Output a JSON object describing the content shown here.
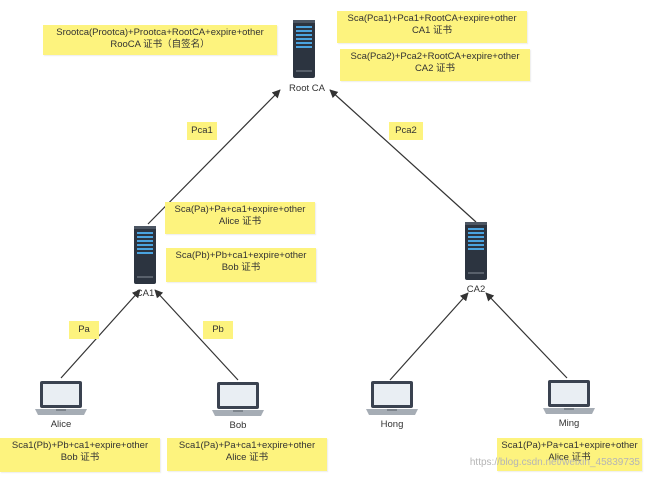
{
  "nodes": {
    "root": "Root CA",
    "ca1": "CA1",
    "ca2": "CA2",
    "alice": "Alice",
    "bob": "Bob",
    "hong": "Hong",
    "ming": "Ming"
  },
  "edge_labels": {
    "pca1": "Pca1",
    "pca2": "Pca2",
    "pa": "Pa",
    "pb": "Pb"
  },
  "notes": {
    "root_self": [
      "Srootca(Prootca)+Prootca+RootCA+expire+other",
      "RooCA 证书（自签名）"
    ],
    "ca1_cert": [
      "Sca(Pca1)+Pca1+RootCA+expire+other",
      "CA1  证书"
    ],
    "ca2_cert": [
      "Sca(Pca2)+Pca2+RootCA+expire+other",
      "CA2  证书"
    ],
    "alice_cert_ca1": [
      "Sca(Pa)+Pa+ca1+expire+other",
      "Alice 证书"
    ],
    "bob_cert_ca1": [
      "Sca(Pb)+Pb+ca1+expire+other",
      "Bob 证书"
    ],
    "bob_cert_held_by_alice": [
      "Sca1(Pb)+Pb+ca1+expire+other",
      "Bob 证书"
    ],
    "alice_cert_held_by_bob": [
      "Sca1(Pa)+Pa+ca1+expire+other",
      "Alice 证书"
    ],
    "alice_cert_held_by_ming": [
      "Sca1(Pa)+Pa+ca1+expire+other",
      "Alice 证书"
    ]
  },
  "watermark": "https://blog.csdn.net/weixin_45839735",
  "colors": {
    "note_bg": "#fdf37e",
    "arrow": "#333333",
    "server_body": "#2c3440",
    "server_slot": "#4aa3df"
  }
}
